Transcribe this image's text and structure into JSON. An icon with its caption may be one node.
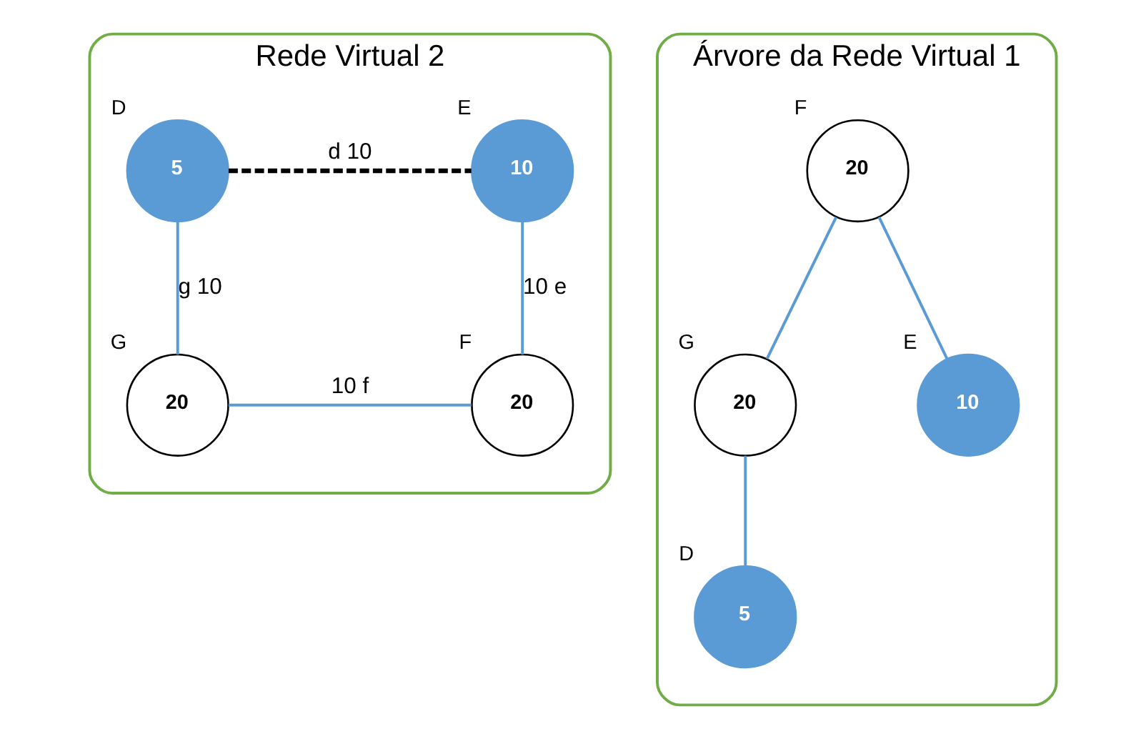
{
  "diagram": {
    "nodes": [
      {
        "text": [
          "Rede Virtual 2"
        ]
      },
      {
        "text": [
          "5"
        ],
        "in": 0,
        "beside": [
          "D"
        ]
      },
      {
        "text": [
          "10"
        ],
        "in": 0,
        "beside": [
          "E"
        ]
      },
      {
        "text": [
          "20"
        ],
        "in": 0,
        "beside": [
          "G"
        ]
      },
      {
        "text": [
          "20"
        ],
        "in": 0,
        "beside": [
          "F"
        ]
      },
      {
        "text": [
          "Árvore da Rede Virtual 1"
        ]
      },
      {
        "text": [
          "20"
        ],
        "in": 5,
        "beside": [
          "F"
        ]
      },
      {
        "text": [
          "20"
        ],
        "in": 5,
        "beside": [
          "G"
        ]
      },
      {
        "text": [
          "10"
        ],
        "in": 5,
        "beside": [
          "E"
        ]
      },
      {
        "text": [
          "5"
        ],
        "in": 5,
        "beside": [
          "D"
        ]
      }
    ],
    "edges": [
      {
        "from": 1,
        "to": 2,
        "arrow": "none",
        "label": "d 10",
        "style": "dashed",
        "color": "#000000"
      },
      {
        "from": 1,
        "to": 3,
        "arrow": "none",
        "label": "g 10"
      },
      {
        "from": 2,
        "to": 4,
        "arrow": "none",
        "label": "10 e"
      },
      {
        "from": 3,
        "to": 4,
        "arrow": "none",
        "label": "10 f"
      },
      {
        "from": 6,
        "to": 7,
        "arrow": "none"
      },
      {
        "from": 6,
        "to": 8,
        "arrow": "none"
      },
      {
        "from": 7,
        "to": 9,
        "arrow": "none"
      }
    ]
  }
}
